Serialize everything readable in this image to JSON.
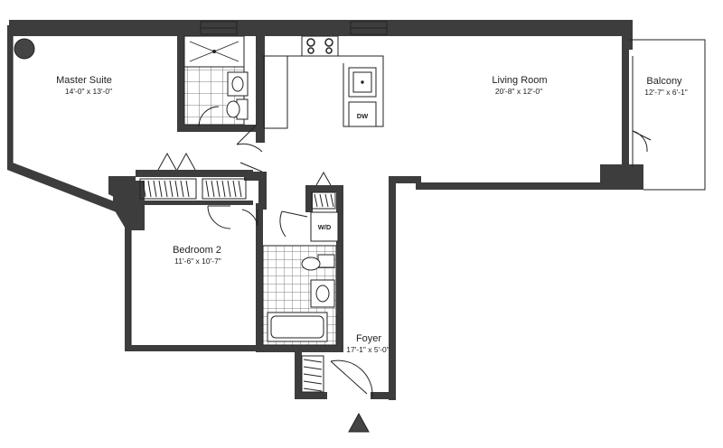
{
  "rooms": {
    "master_suite": {
      "name": "Master Suite",
      "dims": "14'-0\" x 13'-0\""
    },
    "living_room": {
      "name": "Living Room",
      "dims": "20'-8\" x 12'-0\""
    },
    "balcony": {
      "name": "Balcony",
      "dims": "12'-7\" x 6'-1\""
    },
    "bedroom2": {
      "name": "Bedroom 2",
      "dims": "11'-6\" x 10'-7\""
    },
    "foyer": {
      "name": "Foyer",
      "dims": "17'-1\" x 5'-0\""
    }
  },
  "fixtures": {
    "dishwasher": "DW",
    "washer_dryer": "W/D"
  },
  "colors": {
    "wall": "#3d3d3d",
    "line": "#222222",
    "tile": "#555555"
  },
  "icons": {
    "north_arrow": "north-arrow-triangle-icon"
  }
}
